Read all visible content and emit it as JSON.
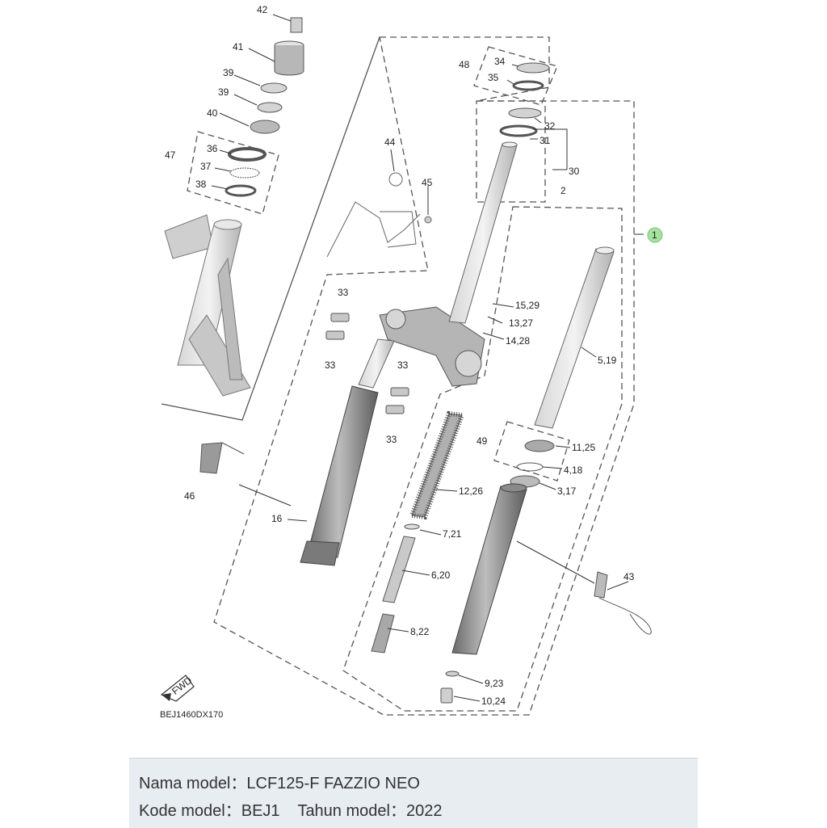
{
  "diagram": {
    "drawing_code": "BEJ1460DX170",
    "fwd_label": "FWD",
    "callouts": {
      "c1": "1",
      "c2": "2",
      "c51919": "5,19",
      "c1125": "11,25",
      "c418": "4,18",
      "c317": "3,17",
      "c1226": "12,26",
      "c721": "7,21",
      "c620": "6,20",
      "c822": "8,22",
      "c923": "9,23",
      "c1024": "10,24",
      "c1529": "15,29",
      "c1327": "13,27",
      "c1428": "14,28",
      "c16": "16",
      "c30": "30",
      "c31": "31",
      "c32": "32",
      "c33a": "33",
      "c33b": "33",
      "c33c": "33",
      "c33d": "33",
      "c34": "34",
      "c35": "35",
      "c36": "36",
      "c37": "37",
      "c38": "38",
      "c39a": "39",
      "c39b": "39",
      "c40": "40",
      "c41": "41",
      "c42": "42",
      "c43": "43",
      "c44": "44",
      "c45": "45",
      "c46": "46",
      "c47": "47",
      "c48": "48",
      "c49": "49"
    }
  },
  "info": {
    "model_name_label": "Nama model：",
    "model_name_value": "LCF125-F FAZZIO NEO",
    "model_code_label": "Kode model：",
    "model_code_value": "BEJ1",
    "model_year_label": "Tahun model：",
    "model_year_value": "2022"
  },
  "colors": {
    "callout_highlight": "#a6e3a1",
    "info_background": "#e8edf2",
    "part_gray": "#9a9a9a"
  }
}
